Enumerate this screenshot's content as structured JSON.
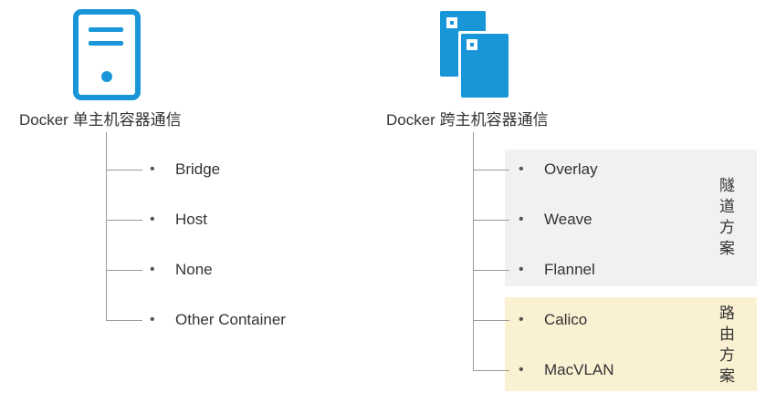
{
  "colors": {
    "icon_blue": "#1896d8",
    "tunnel_band": "#f1f1f1",
    "routing_band": "#faf0d2",
    "connector": "#9a9a9a"
  },
  "left": {
    "icon": "server-icon",
    "title": "Docker 单主机容器通信",
    "items": [
      "Bridge",
      "Host",
      "None",
      "Other Container"
    ]
  },
  "right": {
    "icon": "multi-host-server-icon",
    "title": "Docker 跨主机容器通信",
    "items": [
      "Overlay",
      "Weave",
      "Flannel",
      "Calico",
      "MacVLAN"
    ],
    "groups": [
      {
        "label": "隧道方案",
        "items": [
          "Overlay",
          "Weave",
          "Flannel"
        ]
      },
      {
        "label": "路由方案",
        "items": [
          "Calico",
          "MacVLAN"
        ]
      }
    ]
  },
  "bullet": "•"
}
